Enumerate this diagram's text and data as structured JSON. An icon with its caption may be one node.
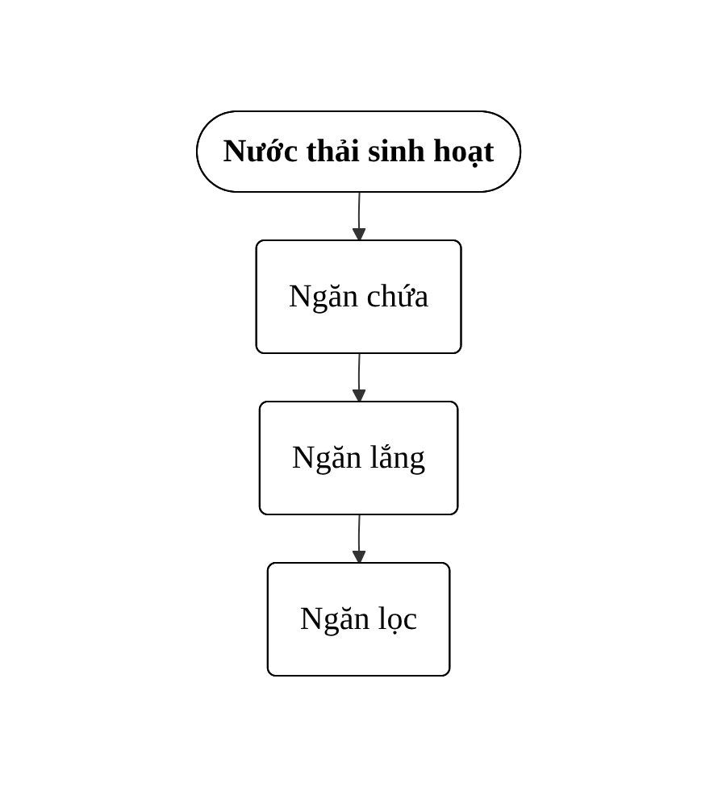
{
  "diagram": {
    "nodes": [
      {
        "text": [
          "Nước thải sinh hoạt"
        ]
      },
      {
        "text": [
          "Ngăn chứa"
        ]
      },
      {
        "text": [
          "Ngăn lắng"
        ]
      },
      {
        "text": [
          "Ngăn lọc"
        ]
      }
    ],
    "edges": [
      {
        "from": 0,
        "to": 1,
        "arrow": "to"
      },
      {
        "from": 1,
        "to": 2,
        "arrow": "to"
      },
      {
        "from": 2,
        "to": 3,
        "arrow": "to"
      }
    ]
  }
}
